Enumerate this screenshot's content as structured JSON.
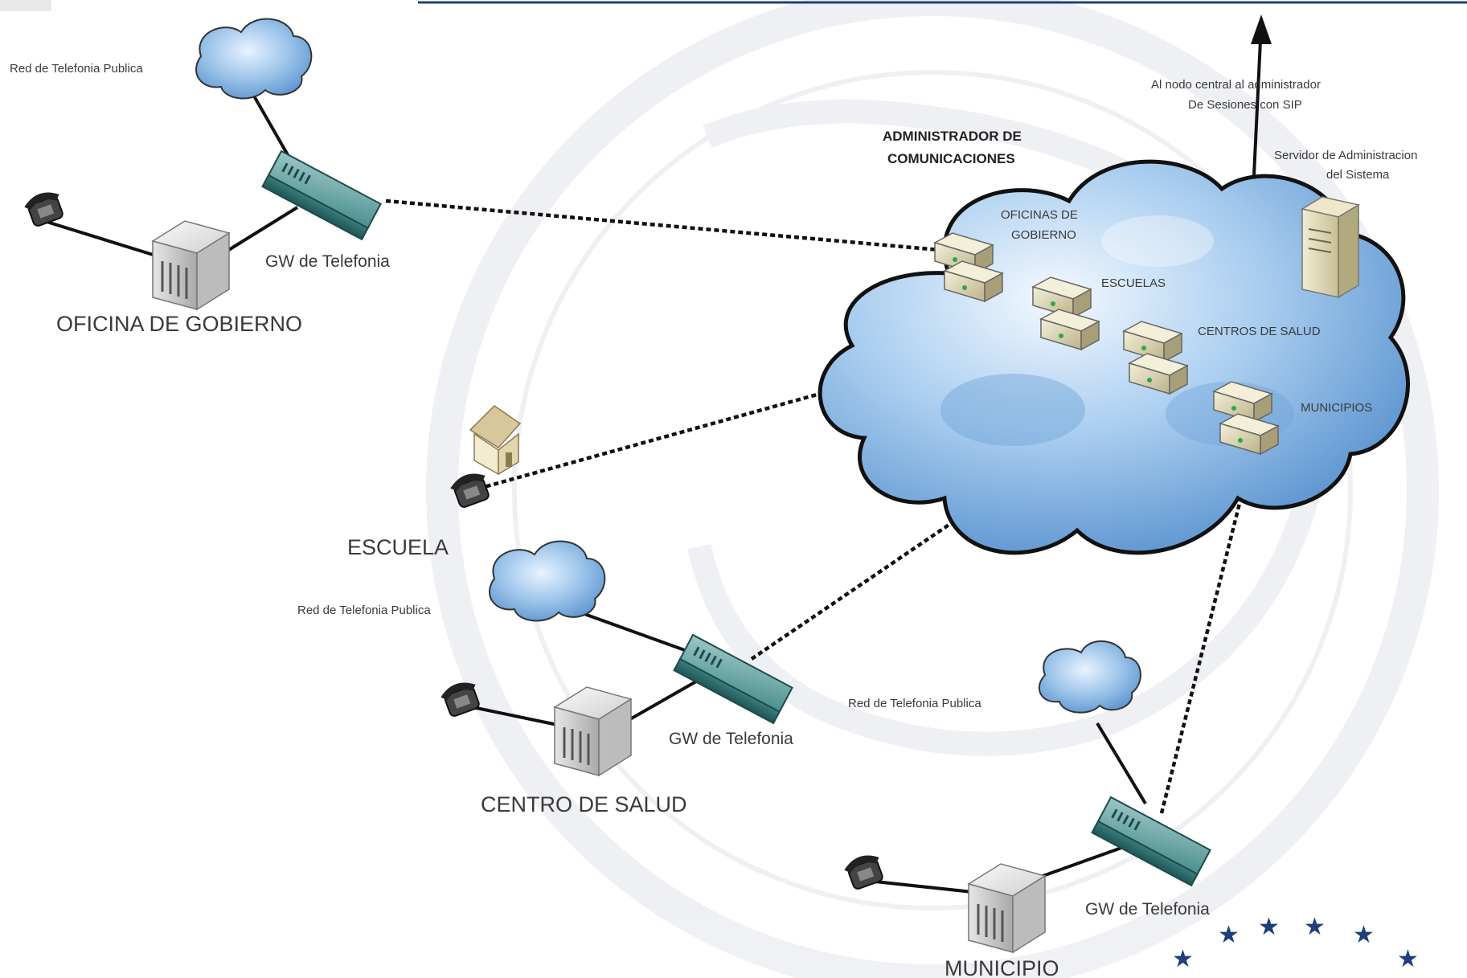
{
  "labels": {
    "pstn_1": "Red de Telefonia Publica",
    "pstn_2": "Red de Telefonia Publica",
    "pstn_3": "Red de Telefonia Publica",
    "gw_1": "GW de Telefonia",
    "gw_2": "GW de Telefonia",
    "gw_3": "GW de Telefonia",
    "oficina_gobierno": "OFICINA DE GOBIERNO",
    "escuela": "ESCUELA",
    "centro_salud": "CENTRO DE SALUD",
    "municipio": "MUNICIPIO",
    "admin_line1": "ADMINISTRADOR DE",
    "admin_line2": "COMUNICACIONES",
    "nodo_line1": "Al nodo central al administrador",
    "nodo_line2": "De Sesiones con SIP",
    "servidor_line1": "Servidor de Administracion",
    "servidor_line2": "del Sistema",
    "oficinas_line1": "OFICINAS DE",
    "oficinas_line2": "GOBIERNO",
    "escuelas": "ESCUELAS",
    "centros_salud": "CENTROS DE SALUD",
    "municipios": "MUNICIPIOS"
  },
  "colors": {
    "cloud_fill": "#9cc4ea",
    "cloud_dark": "#5d95cf",
    "gateway": "#3f8a8a",
    "header_rule": "#1f3f7a"
  }
}
